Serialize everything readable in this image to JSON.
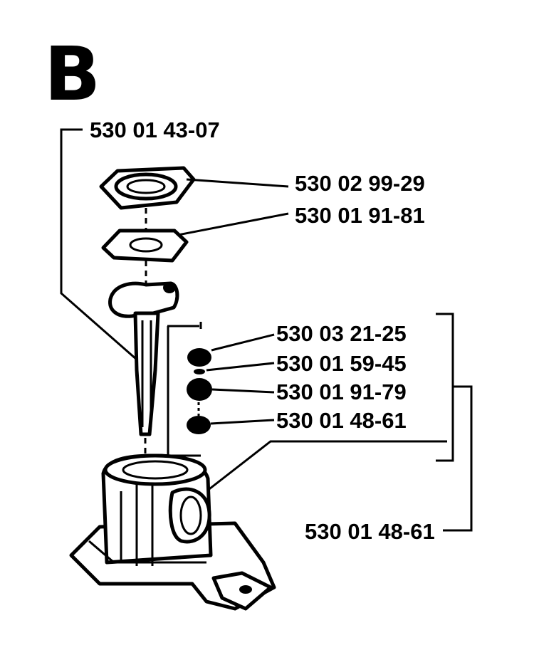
{
  "section": "B",
  "parts": {
    "screw": "530 01 43-07",
    "cap": "530 02 99-29",
    "gasket": "530 01 91-81",
    "ball_1": "530 03 21-25",
    "ball_2": "530 01 59-45",
    "ball_3": "530 01 91-79",
    "ball_4": "530 01 48-61",
    "assembly": "530 01 48-61"
  }
}
